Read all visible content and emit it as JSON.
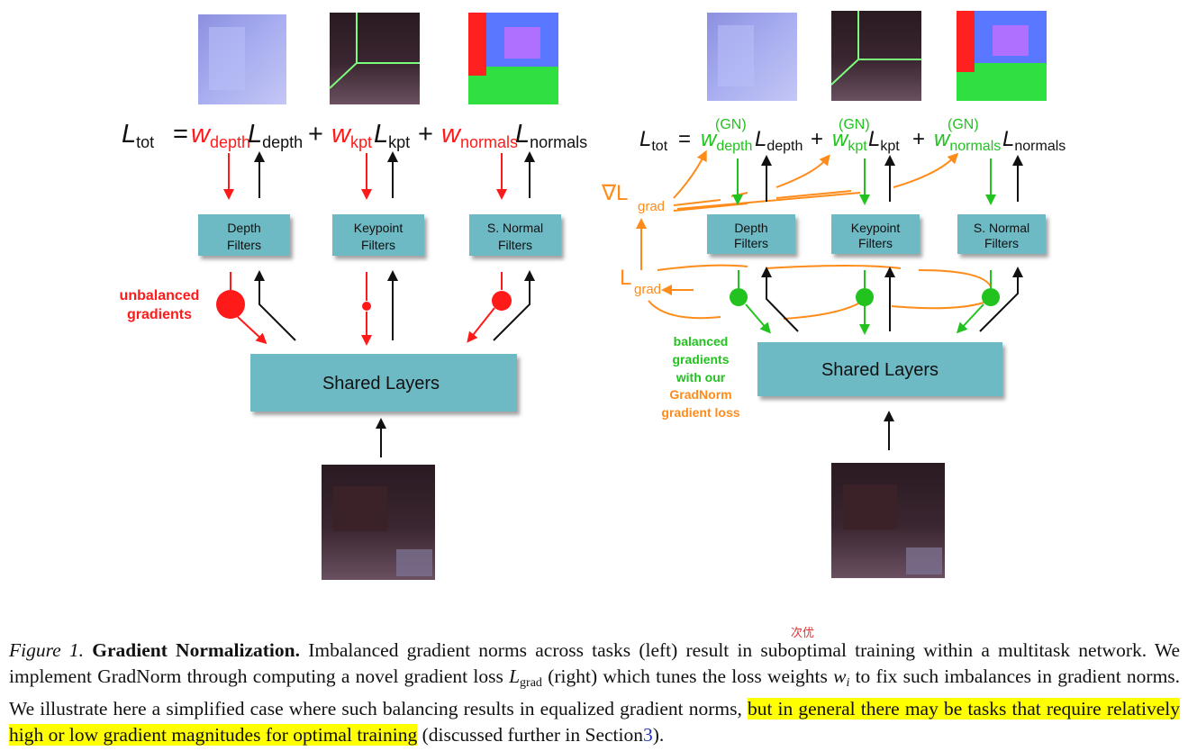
{
  "colors": {
    "red": "#ff1a1a",
    "green": "#22c21f",
    "orange": "#ff8c1a",
    "box_fill": "#6db9c4",
    "black": "#111111"
  },
  "left_panel": {
    "equation": {
      "lhs": "L",
      "lhs_sub": "tot",
      "eq": "=",
      "terms": [
        {
          "w": "w",
          "w_sub": "depth",
          "L": "L",
          "L_sub": "depth"
        },
        {
          "w": "w",
          "w_sub": "kpt",
          "L": "L",
          "L_sub": "kpt"
        },
        {
          "w": "w",
          "w_sub": "normals",
          "L": "L",
          "L_sub": "normals"
        }
      ],
      "plus": "+"
    },
    "filters": [
      {
        "line1": "Depth",
        "line2": "Filters"
      },
      {
        "line1": "Keypoint",
        "line2": "Filters"
      },
      {
        "line1": "S. Normal",
        "line2": "Filters"
      }
    ],
    "gradient_label": [
      "unbalanced",
      "gradients"
    ],
    "shared": "Shared Layers"
  },
  "right_panel": {
    "equation": {
      "lhs": "L",
      "lhs_sub": "tot",
      "eq": "=",
      "superscript": "(GN)",
      "terms": [
        {
          "w": "w",
          "w_sub": "depth",
          "L": "L",
          "L_sub": "depth"
        },
        {
          "w": "w",
          "w_sub": "kpt",
          "L": "L",
          "L_sub": "kpt"
        },
        {
          "w": "w",
          "w_sub": "normals",
          "L": "L",
          "L_sub": "normals"
        }
      ],
      "plus": "+"
    },
    "filters": [
      {
        "line1": "Depth",
        "line2": "Filters"
      },
      {
        "line1": "Keypoint",
        "line2": "Filters"
      },
      {
        "line1": "S. Normal",
        "line2": "Filters"
      }
    ],
    "grad_nabla": "∇L",
    "grad_label": "L",
    "grad_sub": "grad",
    "balanced_label": [
      "balanced",
      "gradients",
      "with our"
    ],
    "gradnorm_label": [
      "GradNorm",
      "gradient loss"
    ],
    "shared": "Shared Layers"
  },
  "annotation": "次优",
  "caption": {
    "fig_label": "Figure 1.",
    "title": "Gradient Normalization.",
    "text1": "Imbalanced gradient norms across tasks (left) result in suboptimal training within a multitask network. We implement GradNorm through computing a novel gradient loss",
    "L": "L",
    "L_sub": "grad",
    "text2": "(right) which tunes the loss weights",
    "w": "w",
    "w_sub": "i",
    "text3": "to fix such imbalances in gradient norms. We illustrate here a simplified case where such balancing results in equalized gradient norms,",
    "highlight": "but in general there may be tasks that require relatively high or low gradient magnitudes for optimal training",
    "text4": "(discussed further in Section",
    "ref": "3",
    "text5": ")."
  }
}
